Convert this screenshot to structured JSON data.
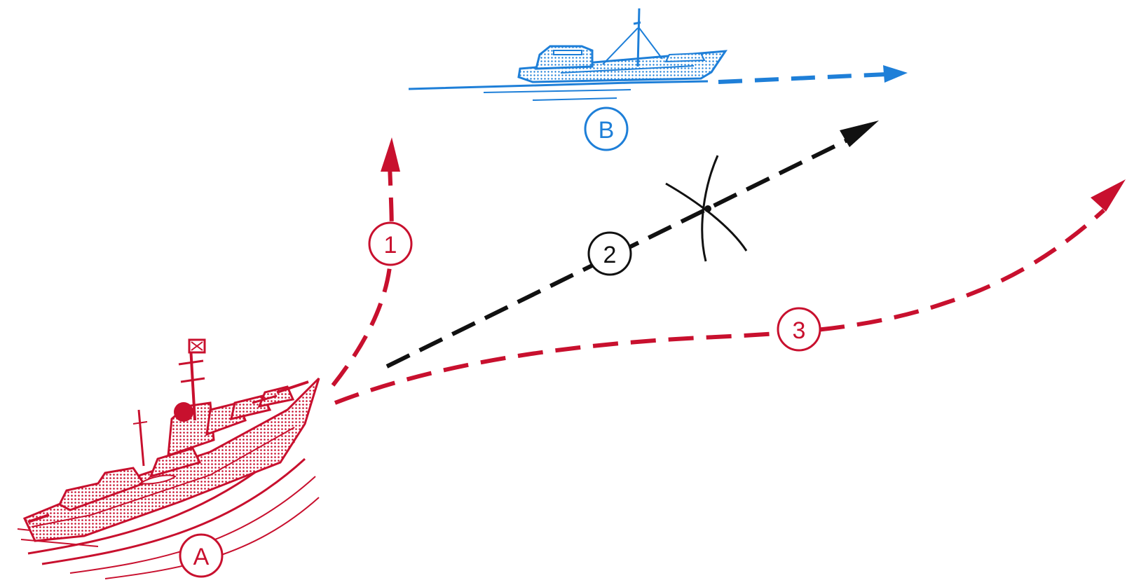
{
  "colors": {
    "red": "#c8102e",
    "blue": "#1e7fd8",
    "black": "#111111",
    "background": "#ffffff"
  },
  "vessels": {
    "a": {
      "label": "A",
      "color": "red"
    },
    "b": {
      "label": "B",
      "color": "blue"
    }
  },
  "courses": [
    {
      "label": "1",
      "color": "red",
      "line_style": "dashed",
      "arrow": true
    },
    {
      "label": "2",
      "color": "black",
      "line_style": "dashed",
      "arrow": true,
      "marker": "collision-cross"
    },
    {
      "label": "3",
      "color": "red",
      "line_style": "dashed",
      "arrow": true
    }
  ],
  "course_b": {
    "color": "blue",
    "line_style": "dashed",
    "arrow": true
  }
}
